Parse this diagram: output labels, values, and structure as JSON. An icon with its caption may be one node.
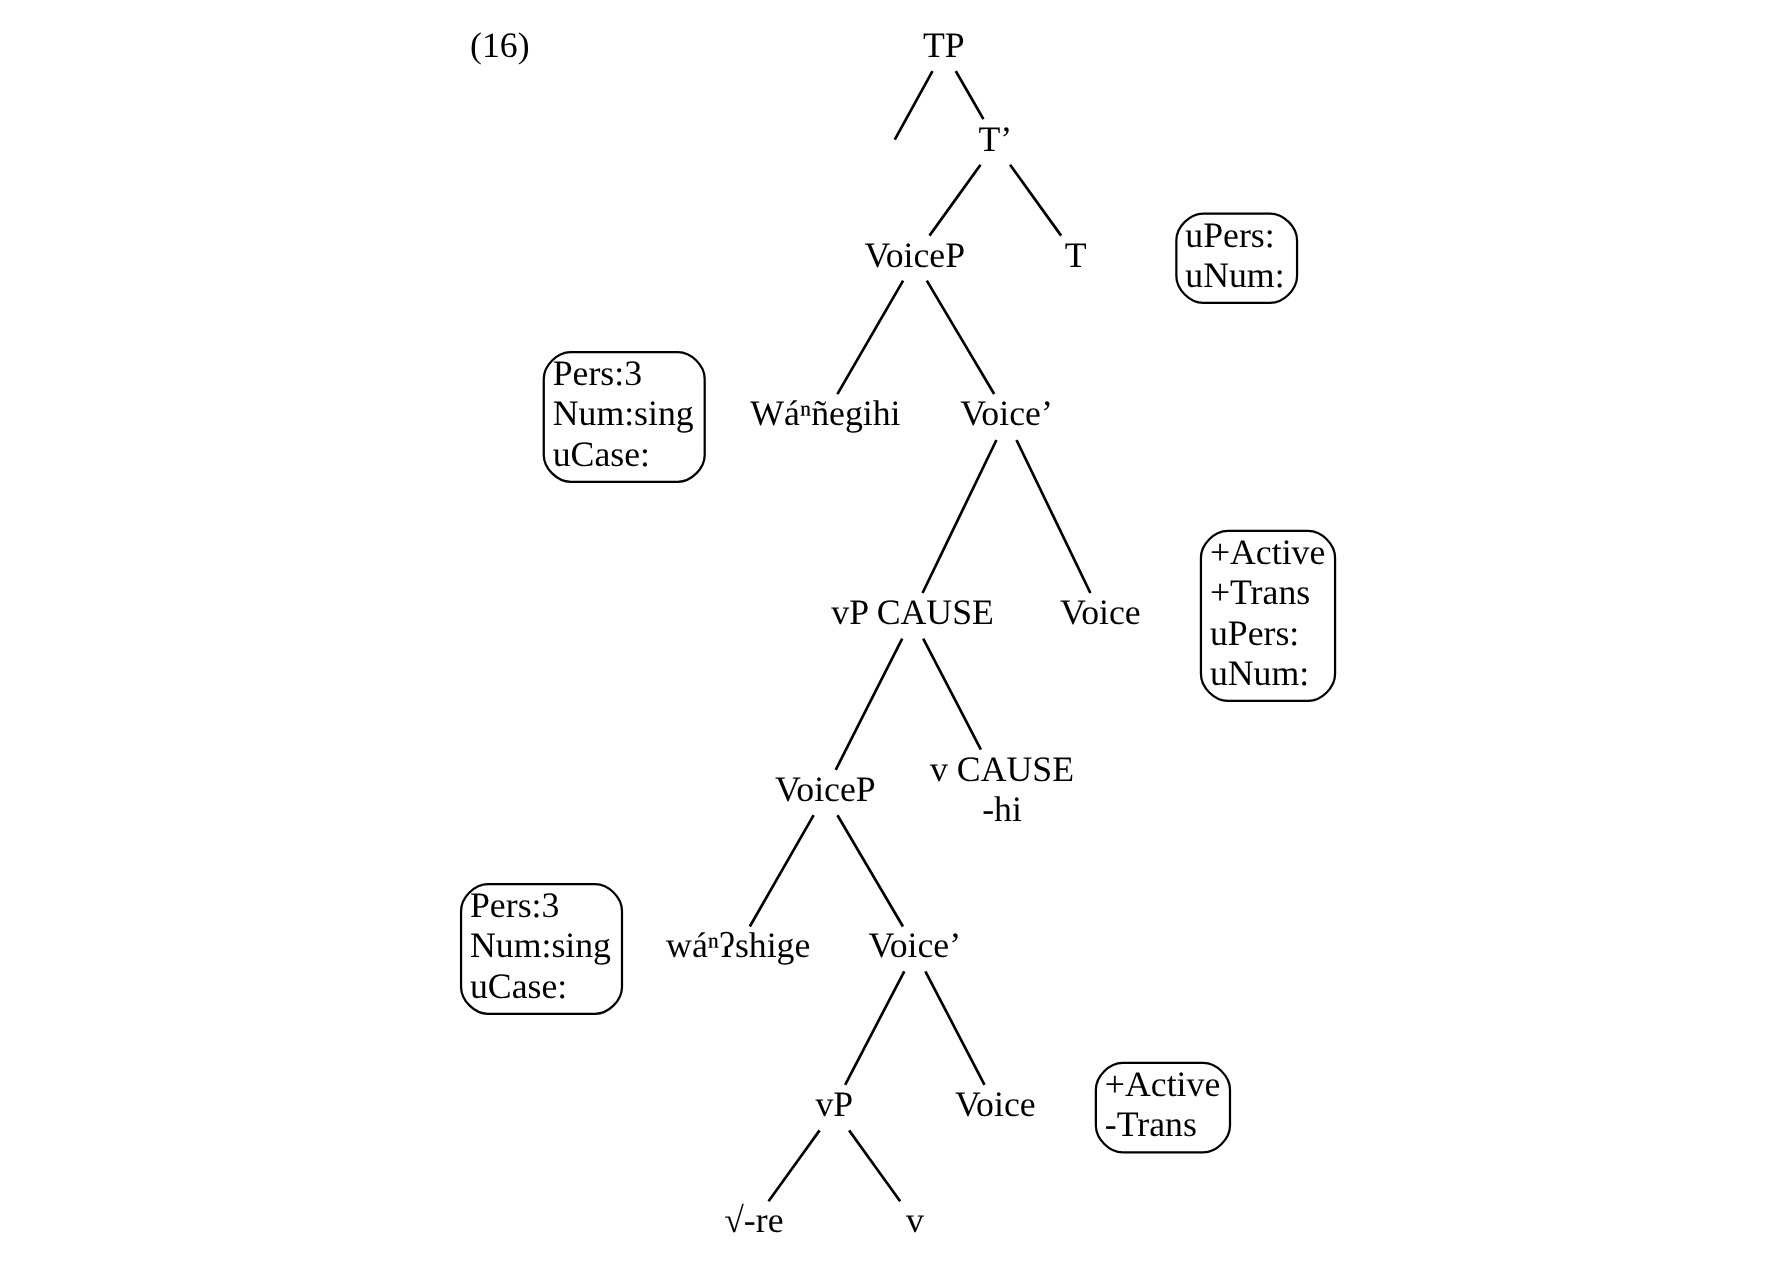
{
  "diagram": {
    "nodes": [
      {
        "text": [
          "TP"
        ]
      },
      {
        "text": [
          "T’"
        ]
      },
      {
        "text": [
          "VoiceP"
        ]
      },
      {
        "text": [
          "T"
        ]
      },
      {
        "text": [
          "uPers:",
          "uNum:"
        ]
      },
      {
        "text": [
          "Pers:3",
          "Num:sing",
          "uCase:"
        ]
      },
      {
        "text": [
          "Wáⁿñegihi"
        ]
      },
      {
        "text": [
          "Voice’"
        ]
      },
      {
        "text": [
          "vP CAUSE"
        ]
      },
      {
        "text": [
          "Voice"
        ]
      },
      {
        "text": [
          "+Active",
          "+Trans",
          "uPers:",
          "uNum:"
        ]
      },
      {
        "text": [
          "VoiceP"
        ]
      },
      {
        "text": [
          "v CAUSE",
          "-hi"
        ]
      },
      {
        "text": [
          "Pers:3",
          "Num:sing",
          "uCase:"
        ]
      },
      {
        "text": [
          "wáⁿʔshige"
        ]
      },
      {
        "text": [
          "Voice’"
        ]
      },
      {
        "text": [
          "vP"
        ]
      },
      {
        "text": [
          "Voice"
        ]
      },
      {
        "text": [
          "+Active",
          "-Trans"
        ]
      },
      {
        "text": [
          "√-re"
        ]
      },
      {
        "text": [
          "v"
        ]
      }
    ],
    "edges": [
      {
        "from": 0,
        "to": null,
        "arrow": "none"
      },
      {
        "from": 0,
        "to": 1,
        "arrow": "none"
      },
      {
        "from": 1,
        "to": 2,
        "arrow": "none"
      },
      {
        "from": 1,
        "to": 3,
        "arrow": "none"
      },
      {
        "from": 2,
        "to": 6,
        "arrow": "none"
      },
      {
        "from": 2,
        "to": 7,
        "arrow": "none"
      },
      {
        "from": 7,
        "to": 8,
        "arrow": "none"
      },
      {
        "from": 7,
        "to": 9,
        "arrow": "none"
      },
      {
        "from": 8,
        "to": 11,
        "arrow": "none"
      },
      {
        "from": 8,
        "to": 12,
        "arrow": "none"
      },
      {
        "from": 11,
        "to": 14,
        "arrow": "none"
      },
      {
        "from": 11,
        "to": 15,
        "arrow": "none"
      },
      {
        "from": 15,
        "to": 16,
        "arrow": "none"
      },
      {
        "from": 15,
        "to": 17,
        "arrow": "none"
      },
      {
        "from": 16,
        "to": 19,
        "arrow": "none"
      },
      {
        "from": 16,
        "to": 20,
        "arrow": "none"
      }
    ],
    "labels": [
      "(16)"
    ]
  }
}
